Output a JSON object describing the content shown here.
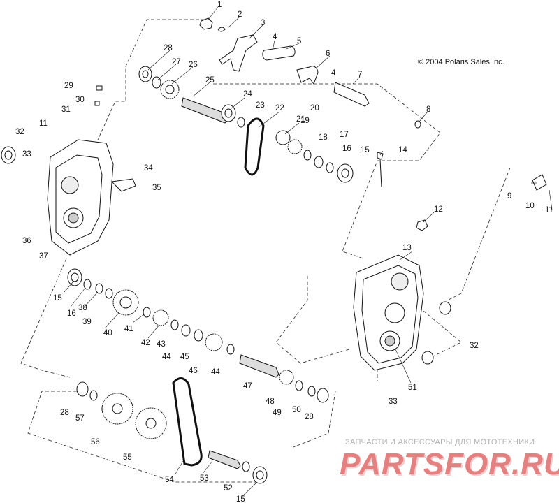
{
  "copyright": "© 2004 Polaris Sales Inc.",
  "watermark": {
    "tagline": "ЗАПЧАСТИ И АКСЕССУАРЫ ДЛЯ МОТОТЕХНИКИ",
    "logo": "PARTSFOR.RU"
  },
  "callouts": [
    "1",
    "2",
    "3",
    "4",
    "4",
    "5",
    "6",
    "7",
    "8",
    "9",
    "10",
    "11",
    "11",
    "12",
    "13",
    "14",
    "15",
    "15",
    "15",
    "16",
    "16",
    "17",
    "18",
    "19",
    "20",
    "21",
    "22",
    "23",
    "24",
    "25",
    "26",
    "27",
    "28",
    "28",
    "28",
    "29",
    "30",
    "31",
    "32",
    "32",
    "33",
    "33",
    "34",
    "35",
    "36",
    "37",
    "38",
    "39",
    "40",
    "41",
    "42",
    "43",
    "44",
    "44",
    "45",
    "46",
    "47",
    "48",
    "49",
    "50",
    "51",
    "52",
    "53",
    "54",
    "55",
    "56",
    "57"
  ]
}
